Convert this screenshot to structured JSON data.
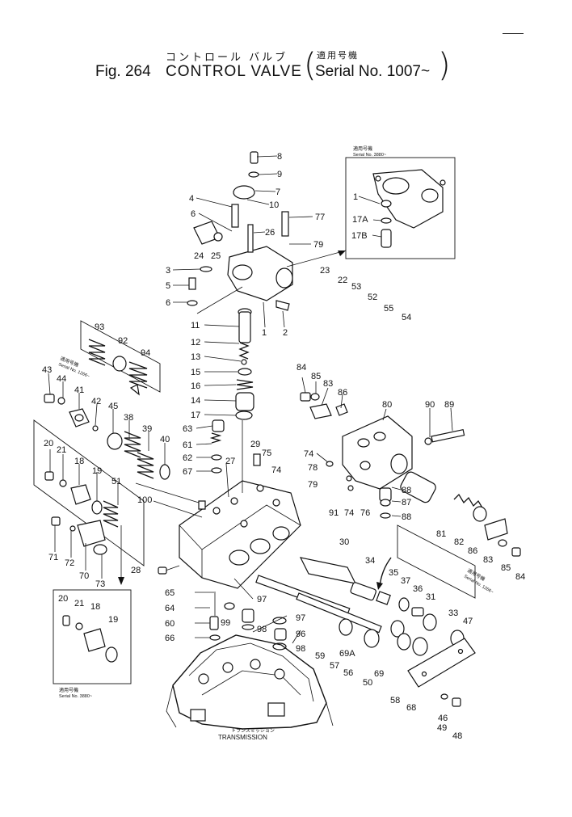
{
  "header": {
    "japanese_title": "コントロール バルブ",
    "japanese_applicability": "適用号機",
    "figure_label": "Fig. 264",
    "title": "CONTROL VALVE",
    "serial": "Serial No. 1007~",
    "paren_open": "(",
    "paren_close": ")"
  },
  "insets": {
    "top_right": {
      "japanese_note": "適用号機",
      "serial": "Serial No. 3880~"
    },
    "left_upper": {
      "japanese_note": "適用号機",
      "serial": "Serial No. 1266~"
    },
    "right_lower": {
      "japanese_note": "適用号機",
      "serial": "Serial No. 1266~"
    },
    "bottom_left": {
      "japanese_note": "適用号機",
      "serial": "Serial No. 3880~"
    }
  },
  "transmission": {
    "japanese_label": "トランスミッション",
    "label": "TRANSMISSION"
  },
  "part_numbers": [
    "8",
    "9",
    "7",
    "10",
    "4",
    "6",
    "77",
    "26",
    "24",
    "25",
    "79",
    "3",
    "5",
    "6",
    "11",
    "1",
    "2",
    "12",
    "13",
    "15",
    "16",
    "14",
    "17",
    "63",
    "61",
    "62",
    "67",
    "29",
    "75",
    "74",
    "78",
    "79",
    "27",
    "23",
    "22",
    "53",
    "52",
    "55",
    "54",
    "93",
    "92",
    "94",
    "43",
    "44",
    "41",
    "42",
    "45",
    "38",
    "39",
    "40",
    "20",
    "21",
    "18",
    "19",
    "51",
    "100",
    "71",
    "72",
    "70",
    "73",
    "28",
    "84",
    "85",
    "83",
    "86",
    "80",
    "90",
    "89",
    "74",
    "91",
    "74",
    "76",
    "88",
    "87",
    "88",
    "81",
    "82",
    "86",
    "83",
    "85",
    "84",
    "30",
    "34",
    "35",
    "37",
    "36",
    "31",
    "33",
    "47",
    "65",
    "64",
    "60",
    "66",
    "99",
    "97",
    "98",
    "96",
    "97",
    "98",
    "59",
    "69A",
    "57",
    "56",
    "50",
    "69",
    "58",
    "68",
    "46",
    "49",
    "48",
    "1",
    "17A",
    "17B",
    "20",
    "21",
    "18",
    "19"
  ]
}
